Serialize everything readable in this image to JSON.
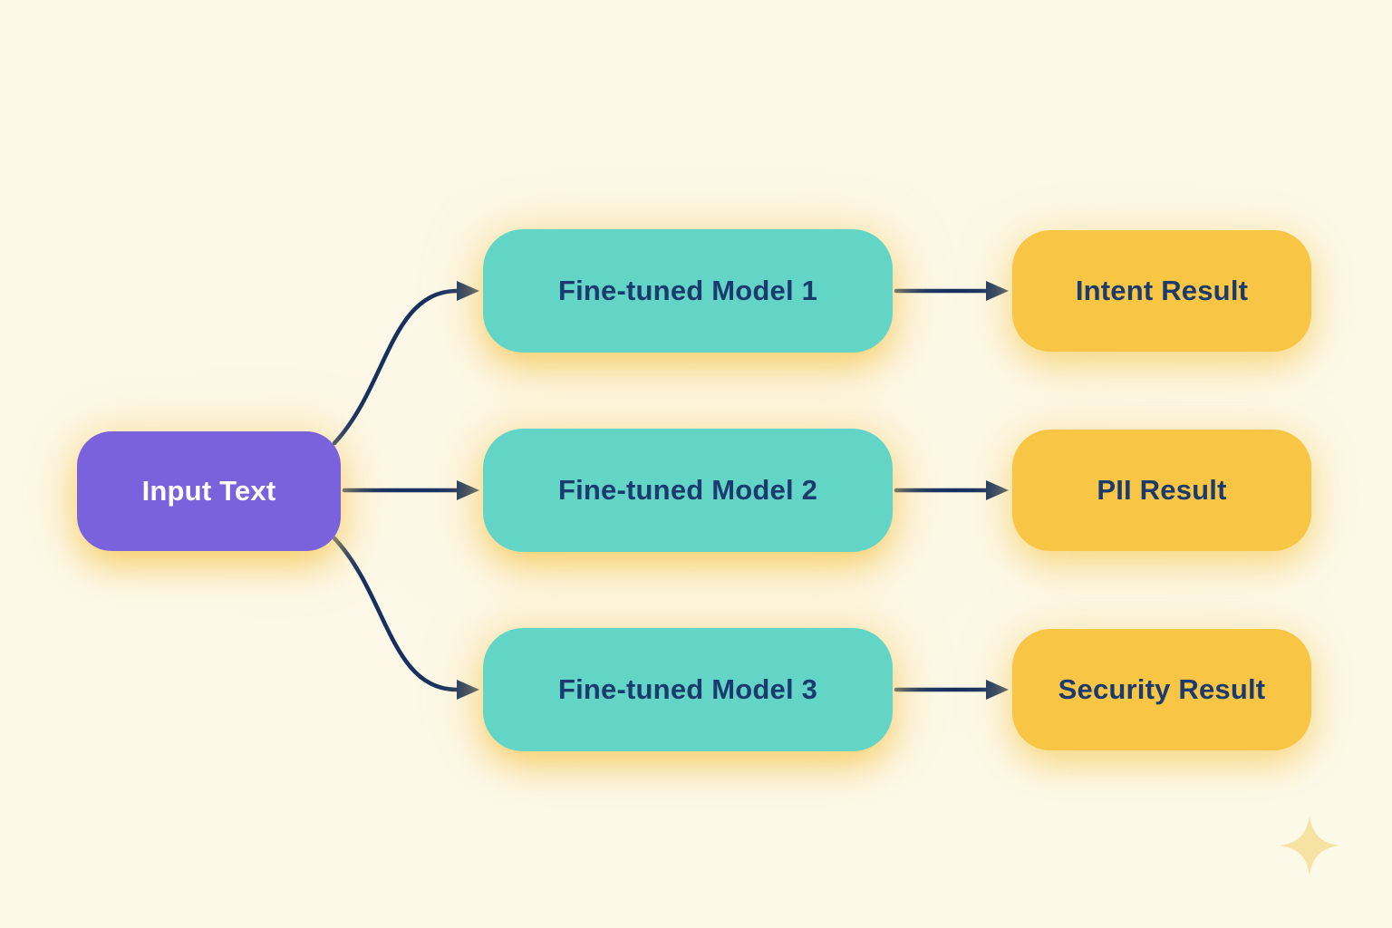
{
  "diagram": {
    "input": {
      "label": "Input Text"
    },
    "models": [
      {
        "label": "Fine-tuned Model 1"
      },
      {
        "label": "Fine-tuned Model 2"
      },
      {
        "label": "Fine-tuned Model 3"
      }
    ],
    "results": [
      {
        "label": "Intent Result"
      },
      {
        "label": "PII Result"
      },
      {
        "label": "Security Result"
      }
    ],
    "decoration": {
      "icon": "sparkle-icon"
    },
    "colors": {
      "background": "#fdf9e9",
      "input_node": "#7a62dc",
      "model_node": "#63d5c7",
      "result_node": "#f8c544",
      "arrow": "#16305f",
      "text_dark": "#1b3a6e",
      "text_light": "#ffffff",
      "glow": "#f6c856",
      "sparkle": "#f6e3a4"
    }
  }
}
